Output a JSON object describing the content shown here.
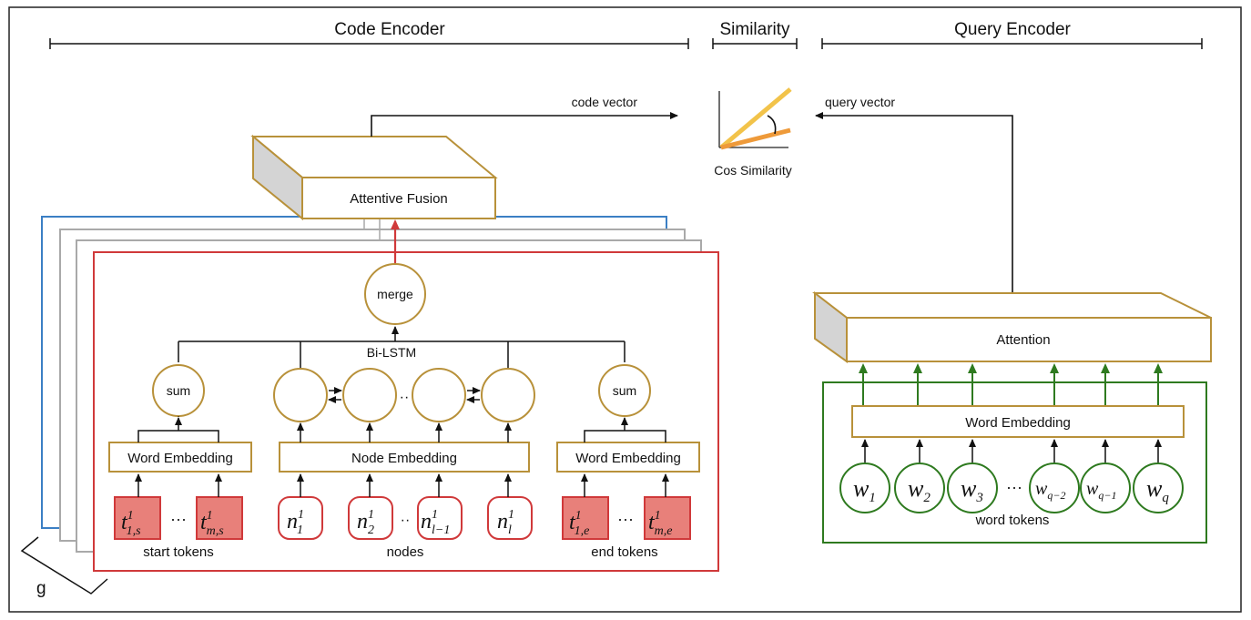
{
  "sections": {
    "code_encoder": "Code Encoder",
    "similarity": "Similarity",
    "query_encoder": "Query Encoder"
  },
  "labels": {
    "code_vector": "code vector",
    "query_vector": "query vector",
    "cos_similarity": "Cos Similarity",
    "attentive_fusion": "Attentive Fusion",
    "attention": "Attention",
    "merge": "merge",
    "bilstm": "Bi-LSTM",
    "sum": "sum",
    "word_embedding": "Word Embedding",
    "node_embedding": "Node Embedding",
    "start_tokens": "start tokens",
    "nodes": "nodes",
    "end_tokens": "end tokens",
    "word_tokens": "word tokens",
    "g": "g",
    "ellipsis": "···",
    "ellipsis_short": "··"
  },
  "tokens": {
    "start": [
      {
        "base": "t",
        "sup": "1",
        "sub": "1,s"
      },
      {
        "base": "t",
        "sup": "1",
        "sub": "m,s"
      }
    ],
    "nodes": [
      {
        "base": "n",
        "sup": "1",
        "sub": "1"
      },
      {
        "base": "n",
        "sup": "1",
        "sub": "2"
      },
      {
        "base": "n",
        "sup": "1",
        "sub": "l−1"
      },
      {
        "base": "n",
        "sup": "1",
        "sub": "l"
      }
    ],
    "end": [
      {
        "base": "t",
        "sup": "1",
        "sub": "1,e"
      },
      {
        "base": "t",
        "sup": "1",
        "sub": "m,e"
      }
    ],
    "words": [
      {
        "base": "w",
        "sub": "1"
      },
      {
        "base": "w",
        "sub": "2"
      },
      {
        "base": "w",
        "sub": "3"
      },
      {
        "base": "w",
        "sub": "q−2"
      },
      {
        "base": "w",
        "sub": "q−1"
      },
      {
        "base": "w",
        "sub": "q"
      }
    ]
  },
  "colors": {
    "gold": "#b8913a",
    "red": "#d0393a",
    "blue": "#3b7fc4",
    "gray": "#a9a9a9",
    "green": "#2e7a1f",
    "token_fill": "#e8807a",
    "orange_line": "#f2c34a",
    "orange_line2": "#ee9a3a"
  }
}
